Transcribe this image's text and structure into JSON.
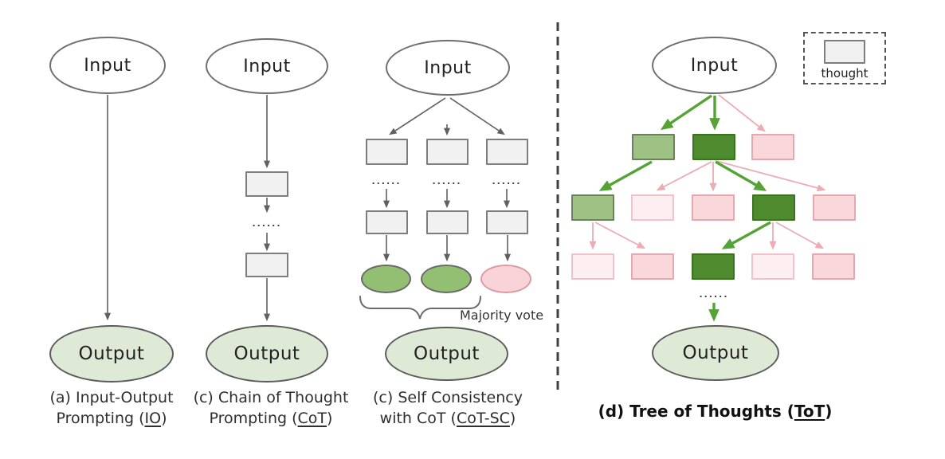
{
  "colors": {
    "text": "#2b2b2b",
    "box_grey_fill": "#f1f1f1",
    "box_grey_border": "#7d7d7d",
    "green_dark_fill": "#4e8b2e",
    "green_dark_border": "#3c7320",
    "green_mid_fill": "#9dc284",
    "green_mid_border": "#6f7f63",
    "pink_fill": "#f9d7db",
    "pink_border": "#e5a8b1",
    "pink_light_fill": "#fdeff1",
    "pink_light_border": "#eec3ca",
    "output_fill": "#dfead6",
    "output_border": "#5c5c5c",
    "result_green_fill": "#92bf72",
    "result_pink_fill": "#f8d4d9",
    "arrow_grey": "#606060",
    "arrow_green": "#55a336",
    "arrow_pink": "#edacb4"
  },
  "dots": "......",
  "legend": {
    "label": "thought",
    "swatch_state": "grey"
  },
  "panels": {
    "io": {
      "input": "Input",
      "output": "Output",
      "caption_line1": "(a) Input-Output",
      "caption_line2_pre": "Prompting (",
      "caption_acronym": "IO",
      "caption_line2_post": ")"
    },
    "cot": {
      "input": "Input",
      "output": "Output",
      "steps": [
        "grey",
        "grey"
      ],
      "caption_line1": "(c) Chain of Thought",
      "caption_line2_pre": "Prompting (",
      "caption_acronym": "CoT",
      "caption_line2_post": ")"
    },
    "cotsc": {
      "input": "Input",
      "output": "Output",
      "grid": [
        [
          "grey",
          "grey",
          "grey"
        ],
        [
          "grey",
          "grey",
          "grey"
        ]
      ],
      "result_states": [
        "green",
        "green",
        "pink"
      ],
      "majority_vote_label": "Majority vote",
      "caption_line1": "(c) Self Consistency",
      "caption_line2_pre": "with CoT (",
      "caption_acronym": "CoT-SC",
      "caption_line2_post": ")"
    },
    "tot": {
      "input": "Input",
      "output": "Output",
      "rows": [
        [
          "green-mid",
          "green-dark",
          "pink"
        ],
        [
          "green-mid",
          "pink-light",
          "pink",
          "green-dark",
          "pink"
        ],
        [
          "pink-light",
          "pink",
          "green-dark",
          "pink-light",
          "pink"
        ]
      ],
      "caption_pre": "(d) Tree of Thoughts (",
      "caption_acronym": "ToT",
      "caption_post": ")"
    }
  }
}
